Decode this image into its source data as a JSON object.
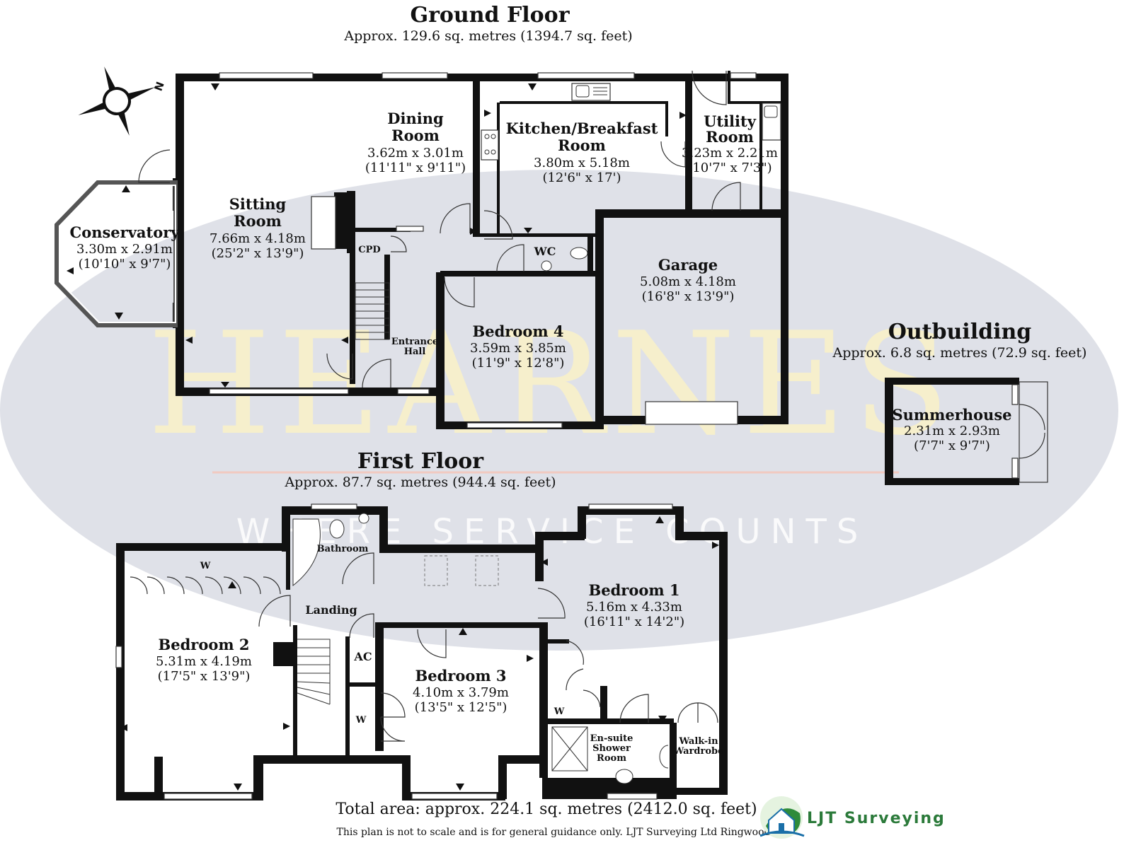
{
  "colors": {
    "wall": "#111111",
    "watermark_ellipse": "#dcdee6",
    "watermark_text": "#f6efcc",
    "watermark_line": "#f1c9c0",
    "logo_green": "#2e8b3a",
    "logo_blue": "#1a6fa8"
  },
  "ground_floor": {
    "title": "Ground Floor",
    "area": "Approx. 129.6 sq. metres (1394.7 sq. feet)"
  },
  "first_floor": {
    "title": "First Floor",
    "area": "Approx. 87.7 sq. metres (944.4 sq. feet)"
  },
  "outbuilding": {
    "title": "Outbuilding",
    "area": "Approx. 6.8 sq. metres (72.9 sq. feet)"
  },
  "rooms": {
    "conservatory": {
      "name": "Conservatory",
      "metric": "3.30m x 2.91m",
      "imperial": "(10'10\" x 9'7\")"
    },
    "sitting": {
      "name1": "Sitting",
      "name2": "Room",
      "metric": "7.66m x 4.18m",
      "imperial": "(25'2\" x 13'9\")"
    },
    "dining": {
      "name1": "Dining",
      "name2": "Room",
      "metric": "3.62m x 3.01m",
      "imperial": "(11'11\" x 9'11\")"
    },
    "kitchen": {
      "name1": "Kitchen/Breakfast",
      "name2": "Room",
      "metric": "3.80m x 5.18m",
      "imperial": "(12'6\" x 17')"
    },
    "utility": {
      "name1": "Utility",
      "name2": "Room",
      "metric": "3.23m x 2.21m",
      "imperial": "(10'7\" x 7'3\")"
    },
    "garage": {
      "name": "Garage",
      "metric": "5.08m x 4.18m",
      "imperial": "(16'8\" x 13'9\")"
    },
    "bedroom4": {
      "name": "Bedroom 4",
      "metric": "3.59m x 3.85m",
      "imperial": "(11'9\" x 12'8\")"
    },
    "summerhouse": {
      "name": "Summerhouse",
      "metric": "2.31m x 2.93m",
      "imperial": "(7'7\" x 9'7\")"
    },
    "bedroom1": {
      "name": "Bedroom 1",
      "metric": "5.16m x 4.33m",
      "imperial": "(16'11\" x 14'2\")"
    },
    "bedroom2": {
      "name": "Bedroom 2",
      "metric": "5.31m x 4.19m",
      "imperial": "(17'5\" x 13'9\")"
    },
    "bedroom3": {
      "name": "Bedroom 3",
      "metric": "4.10m x 3.79m",
      "imperial": "(13'5\" x 12'5\")"
    }
  },
  "labels": {
    "cpd": "CPD",
    "wc": "WC",
    "entrance1": "Entrance",
    "entrance2": "Hall",
    "bathroom": "Bathroom",
    "landing": "Landing",
    "ac": "AC",
    "w": "W",
    "ensuite1": "En-suite",
    "ensuite2": "Shower",
    "ensuite3": "Room",
    "walkin1": "Walk-in",
    "walkin2": "Wardrobe",
    "compass_n": "N"
  },
  "watermark": {
    "brand": "HEARNES",
    "tagline": "WHERE SERVICE COUNTS"
  },
  "footer": {
    "total": "Total area: approx. 224.1 sq. metres (2412.0 sq. feet)",
    "disclaimer": "This plan is not to scale and is for general guidance only. LJT Surveying Ltd Ringwood"
  },
  "logo": {
    "text": "LJT Surveying"
  }
}
